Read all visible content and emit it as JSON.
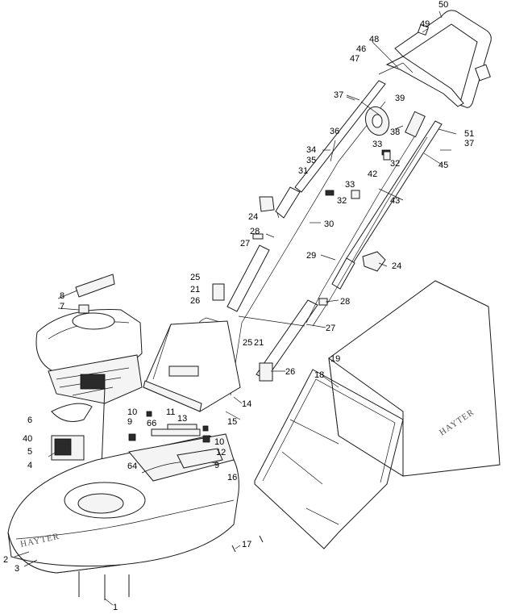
{
  "brand": {
    "deck": "HAYTER",
    "grassbag": "HAYTER"
  },
  "callouts": [
    {
      "id": "c50",
      "label": "50"
    },
    {
      "id": "c49",
      "label": "49"
    },
    {
      "id": "c48",
      "label": "48"
    },
    {
      "id": "c46",
      "label": "46"
    },
    {
      "id": "c47",
      "label": "47"
    },
    {
      "id": "c37a",
      "label": "37"
    },
    {
      "id": "c39",
      "label": "39"
    },
    {
      "id": "c38",
      "label": "38"
    },
    {
      "id": "c36",
      "label": "36"
    },
    {
      "id": "c51",
      "label": "51"
    },
    {
      "id": "c37b",
      "label": "37"
    },
    {
      "id": "c34",
      "label": "34"
    },
    {
      "id": "c35",
      "label": "35"
    },
    {
      "id": "c33a",
      "label": "33"
    },
    {
      "id": "c32a",
      "label": "32"
    },
    {
      "id": "c45",
      "label": "45"
    },
    {
      "id": "c31",
      "label": "31"
    },
    {
      "id": "c42",
      "label": "42"
    },
    {
      "id": "c33b",
      "label": "33"
    },
    {
      "id": "c32b",
      "label": "32"
    },
    {
      "id": "c43",
      "label": "43"
    },
    {
      "id": "c24a",
      "label": "24"
    },
    {
      "id": "c30",
      "label": "30"
    },
    {
      "id": "c28a",
      "label": "28"
    },
    {
      "id": "c27a",
      "label": "27"
    },
    {
      "id": "c29",
      "label": "29"
    },
    {
      "id": "c24b",
      "label": "24"
    },
    {
      "id": "c25a",
      "label": "25"
    },
    {
      "id": "c21a",
      "label": "21"
    },
    {
      "id": "c26a",
      "label": "26"
    },
    {
      "id": "c8",
      "label": "8"
    },
    {
      "id": "c7",
      "label": "7"
    },
    {
      "id": "c28b",
      "label": "28"
    },
    {
      "id": "c27b",
      "label": "27"
    },
    {
      "id": "c25b",
      "label": "25"
    },
    {
      "id": "c21b",
      "label": "21"
    },
    {
      "id": "c19",
      "label": "19"
    },
    {
      "id": "c26b",
      "label": "26"
    },
    {
      "id": "c18",
      "label": "18"
    },
    {
      "id": "c14",
      "label": "14"
    },
    {
      "id": "c15",
      "label": "15"
    },
    {
      "id": "c10a",
      "label": "10"
    },
    {
      "id": "c11",
      "label": "11"
    },
    {
      "id": "c13",
      "label": "13"
    },
    {
      "id": "c6",
      "label": "6"
    },
    {
      "id": "c9a",
      "label": "9"
    },
    {
      "id": "c66",
      "label": "66"
    },
    {
      "id": "c10b",
      "label": "10"
    },
    {
      "id": "c40",
      "label": "40"
    },
    {
      "id": "c12",
      "label": "12"
    },
    {
      "id": "c5",
      "label": "5"
    },
    {
      "id": "c4",
      "label": "4"
    },
    {
      "id": "c64",
      "label": "64"
    },
    {
      "id": "c9b",
      "label": "9"
    },
    {
      "id": "c16",
      "label": "16"
    },
    {
      "id": "c17",
      "label": "17"
    },
    {
      "id": "c2",
      "label": "2"
    },
    {
      "id": "c3",
      "label": "3"
    },
    {
      "id": "c1",
      "label": "1"
    }
  ]
}
